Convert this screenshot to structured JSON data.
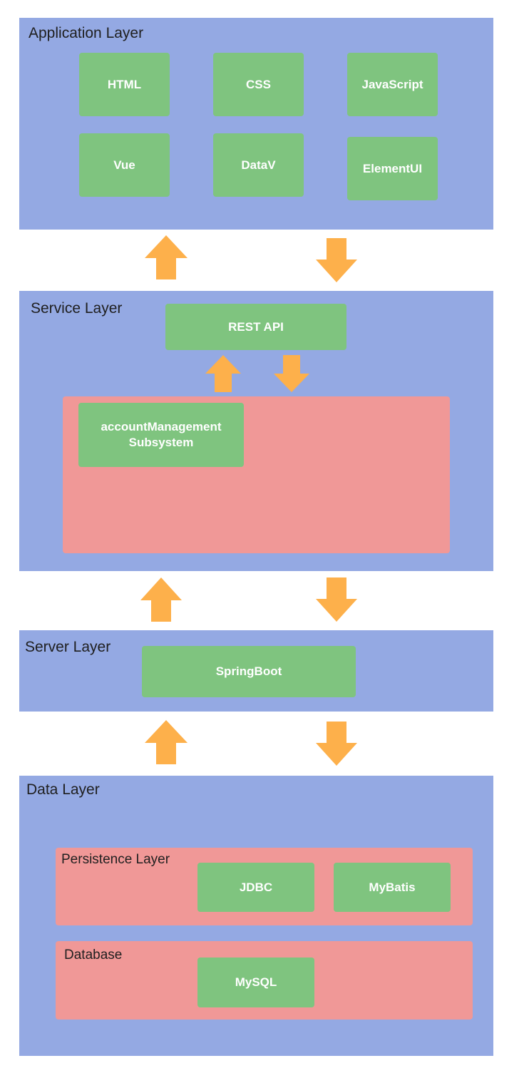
{
  "colors": {
    "layer_fill": "#94a9e3",
    "component_fill": "#7fc47f",
    "group_fill": "#f09897",
    "arrow_fill": "#fdb04b"
  },
  "application_layer": {
    "title": "Application Layer",
    "components": [
      "HTML",
      "CSS",
      "JavaScript",
      "Vue",
      "DataV",
      "ElementUI"
    ]
  },
  "service_layer": {
    "title": "Service Layer",
    "api": "REST API",
    "subsystem": {
      "line1": "accountManagement",
      "line2": "Subsystem"
    }
  },
  "server_layer": {
    "title": "Server Layer",
    "component": "SpringBoot"
  },
  "data_layer": {
    "title": "Data Layer",
    "persistence": {
      "title": "Persistence Layer",
      "components": [
        "JDBC",
        "MyBatis"
      ]
    },
    "database": {
      "title": "Database",
      "component": "MySQL"
    }
  },
  "arrows": [
    {
      "id": "app-service-up",
      "direction": "up"
    },
    {
      "id": "app-service-down",
      "direction": "down"
    },
    {
      "id": "api-subsystem-up",
      "direction": "up"
    },
    {
      "id": "api-subsystem-down",
      "direction": "down"
    },
    {
      "id": "service-server-up",
      "direction": "up"
    },
    {
      "id": "service-server-down",
      "direction": "down"
    },
    {
      "id": "server-data-up",
      "direction": "up"
    },
    {
      "id": "server-data-down",
      "direction": "down"
    }
  ]
}
